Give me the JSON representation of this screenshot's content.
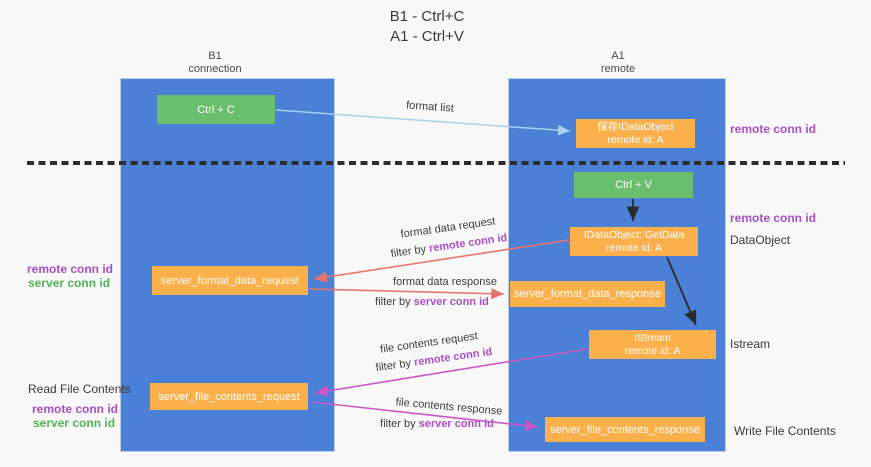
{
  "title": {
    "line1": "B1 - Ctrl+C",
    "line2": "A1 - Ctrl+V"
  },
  "lanes": {
    "left": {
      "name": "B1",
      "role": "connection"
    },
    "right": {
      "name": "A1",
      "role": "remote"
    }
  },
  "boxes": {
    "ctrl_c": {
      "label": "Ctrl + C"
    },
    "save_dataobject": {
      "line1": "保存IDataObject",
      "line2": "remote id: A"
    },
    "ctrl_v": {
      "label": "Ctrl + V"
    },
    "getdata": {
      "line1": "IDataObject::GetData",
      "line2": "remote id: A"
    },
    "format_request": {
      "label": "server_format_data_request"
    },
    "format_response": {
      "label": "server_format_data_response"
    },
    "istream": {
      "line1": "IStream",
      "line2": "remote id: A"
    },
    "file_request": {
      "label": "server_file_contents_request"
    },
    "file_response": {
      "label": "server_file_contents_response"
    }
  },
  "arrows": {
    "format_list": "format list",
    "format_data_request": "format data request",
    "format_data_response": "format data response",
    "file_contents_request": "file contents request",
    "file_contents_response": "file contents response",
    "filter_by": "filter by ",
    "remote_conn_id": "remote conn id",
    "server_conn_id": "server conn id"
  },
  "annotations": {
    "remote_conn_id_top": "remote conn id",
    "remote_conn_id_mid": "remote conn id",
    "dataobject": "DataObject",
    "istream": "Istream",
    "write_file_contents": "Write File Contents",
    "read_file_contents": "Read File Contents",
    "left_top": {
      "remote": "remote conn id",
      "server": "server conn id"
    },
    "left_bottom": {
      "remote": "remote conn id",
      "server": "server conn id"
    }
  },
  "colors": {
    "lane_blue": "#4a80d5",
    "box_green": "#6abf6e",
    "box_orange": "#fbb04c",
    "arrow_salmon": "#e8756d",
    "arrow_magenta": "#c957c9",
    "arrow_lightblue": "#a8d2f0",
    "arrow_black": "#2b2b2b",
    "text_purple": "#a94fc4",
    "text_green": "#53b356"
  }
}
